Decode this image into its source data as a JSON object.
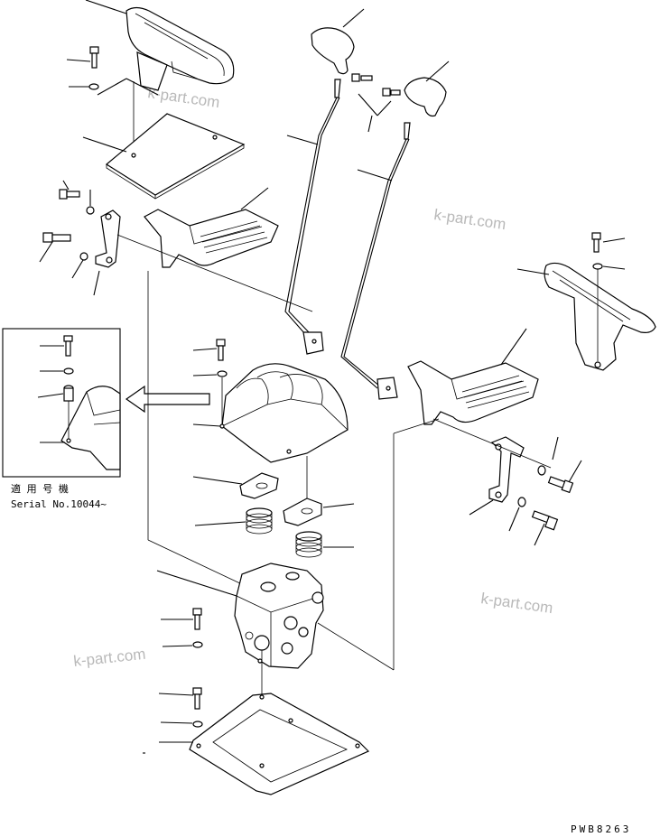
{
  "watermarks": [
    "k-part.com",
    "k-part.com",
    "k-part.com",
    "k-part.com"
  ],
  "inset": {
    "applicable_label": "適 用 号 機",
    "serial_label": "Serial No.10044~"
  },
  "drawing_code": "PWB8263"
}
